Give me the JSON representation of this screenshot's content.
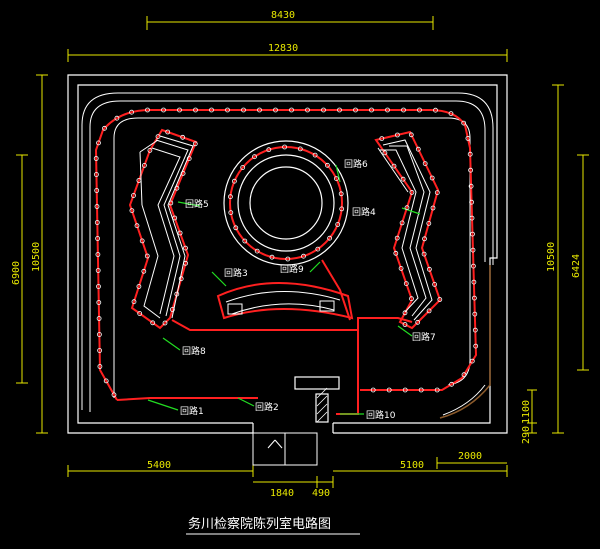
{
  "dimensions": {
    "top_inner": "8430",
    "top_outer": "12830",
    "left_outer": "10500",
    "left_inner": "6900",
    "right_outer": "10500",
    "right_inner": "6424",
    "bottom_left": "5400",
    "bottom_door": "1840",
    "bottom_small": "490",
    "bottom_right": "5100",
    "bottom_extra": "2000",
    "right_low_1": "1100",
    "right_low_2": "290"
  },
  "circuits": {
    "c1": "回路1",
    "c2": "回路2",
    "c3": "回路3",
    "c4": "回路4",
    "c5": "回路5",
    "c6": "回路6",
    "c7": "回路7",
    "c8": "回路8",
    "c9": "回路9",
    "c10": "回路10"
  },
  "title": "务川检察院陈列室电路图",
  "colors": {
    "background": "#000000",
    "wall": "#ffffff",
    "circuit": "#ff2020",
    "dimension": "#e8e800",
    "leader": "#22dd22",
    "door_wall": "#8b5a2b"
  }
}
